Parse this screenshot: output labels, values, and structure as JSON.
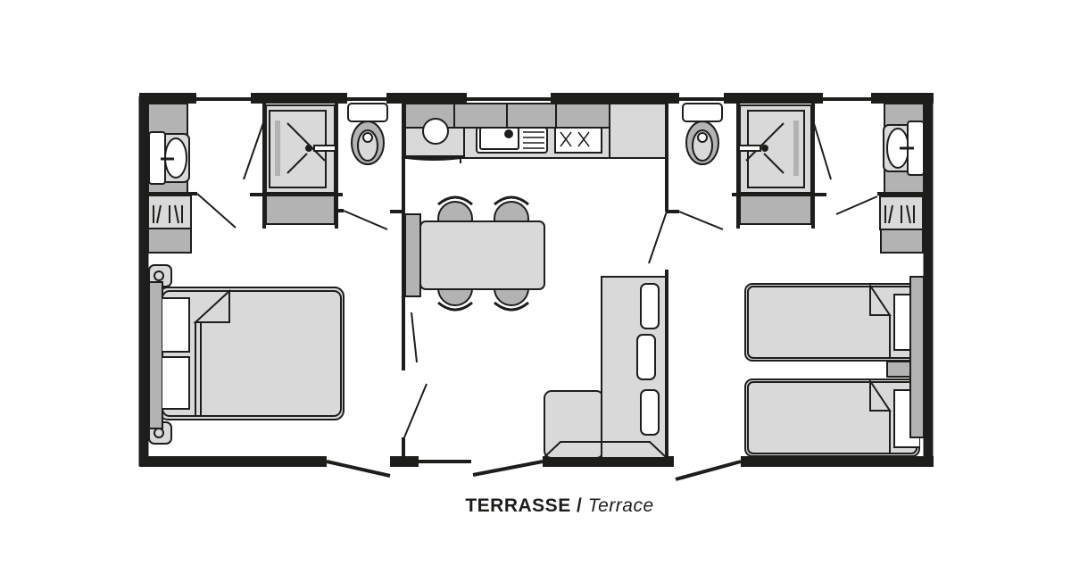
{
  "caption": {
    "bold": "TERRASSE /",
    "italic": "Terrace"
  },
  "colors": {
    "wall": "#1d1d1b",
    "furniture_dark": "#b3b3b3",
    "furniture_light": "#d9d9d9",
    "background": "#ffffff"
  },
  "rooms": [
    "bedroom-left",
    "bathroom-left",
    "wc-left",
    "kitchen",
    "living-room",
    "wc-right",
    "bathroom-right",
    "bedroom-right"
  ]
}
